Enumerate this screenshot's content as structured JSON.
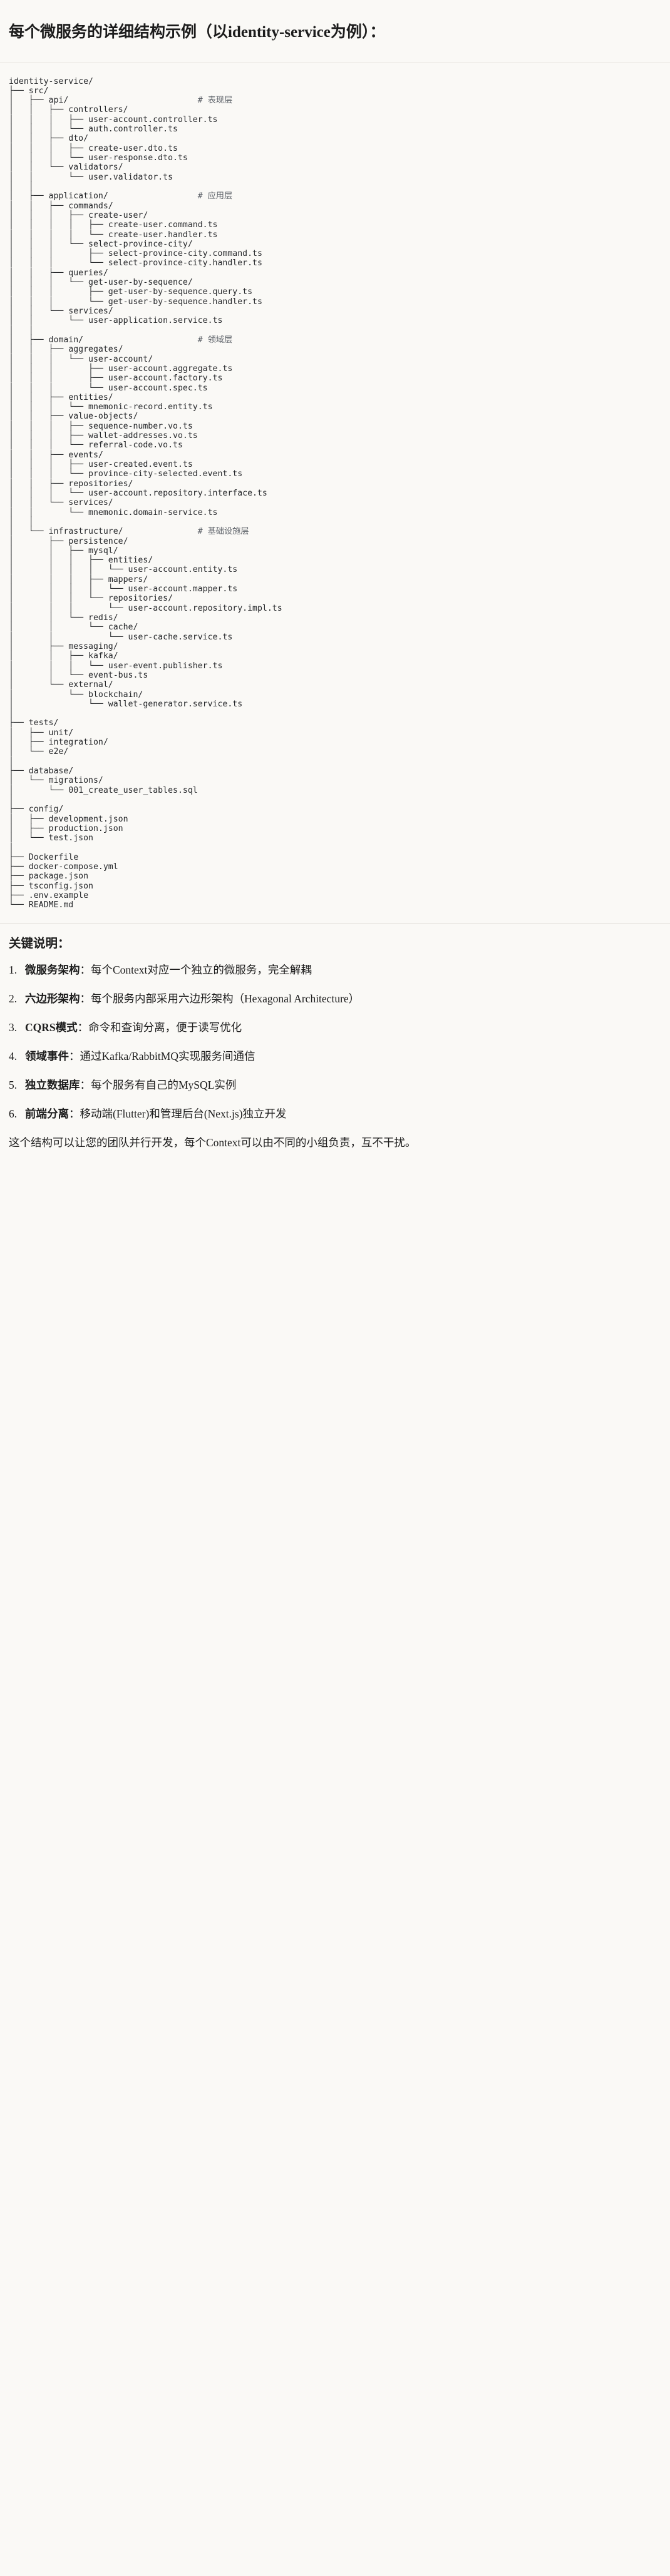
{
  "heading": "每个微服务的详细结构示例（以identity-service为例）：",
  "tree": {
    "root": "identity-service/",
    "comments": {
      "api": "# 表现层",
      "application": "# 应用层",
      "domain": "# 领域层",
      "infrastructure": "# 基础设施层"
    },
    "lines": [
      "identity-service/",
      "├── src/",
      "│   ├── api/                          # 表现层",
      "│   │   ├── controllers/",
      "│   │   │   ├── user-account.controller.ts",
      "│   │   │   └── auth.controller.ts",
      "│   │   ├── dto/",
      "│   │   │   ├── create-user.dto.ts",
      "│   │   │   └── user-response.dto.ts",
      "│   │   └── validators/",
      "│   │       └── user.validator.ts",
      "│   │",
      "│   ├── application/                  # 应用层",
      "│   │   ├── commands/",
      "│   │   │   ├── create-user/",
      "│   │   │   │   ├── create-user.command.ts",
      "│   │   │   │   └── create-user.handler.ts",
      "│   │   │   └── select-province-city/",
      "│   │   │       ├── select-province-city.command.ts",
      "│   │   │       └── select-province-city.handler.ts",
      "│   │   ├── queries/",
      "│   │   │   └── get-user-by-sequence/",
      "│   │   │       ├── get-user-by-sequence.query.ts",
      "│   │   │       └── get-user-by-sequence.handler.ts",
      "│   │   └── services/",
      "│   │       └── user-application.service.ts",
      "│   │",
      "│   ├── domain/                       # 领域层",
      "│   │   ├── aggregates/",
      "│   │   │   └── user-account/",
      "│   │   │       ├── user-account.aggregate.ts",
      "│   │   │       ├── user-account.factory.ts",
      "│   │   │       └── user-account.spec.ts",
      "│   │   ├── entities/",
      "│   │   │   └── mnemonic-record.entity.ts",
      "│   │   ├── value-objects/",
      "│   │   │   ├── sequence-number.vo.ts",
      "│   │   │   ├── wallet-addresses.vo.ts",
      "│   │   │   └── referral-code.vo.ts",
      "│   │   ├── events/",
      "│   │   │   ├── user-created.event.ts",
      "│   │   │   └── province-city-selected.event.ts",
      "│   │   ├── repositories/",
      "│   │   │   └── user-account.repository.interface.ts",
      "│   │   └── services/",
      "│   │       └── mnemonic.domain-service.ts",
      "│   │",
      "│   └── infrastructure/               # 基础设施层",
      "│       ├── persistence/",
      "│       │   ├── mysql/",
      "│       │   │   ├── entities/",
      "│       │   │   │   └── user-account.entity.ts",
      "│       │   │   ├── mappers/",
      "│       │   │   │   └── user-account.mapper.ts",
      "│       │   │   └── repositories/",
      "│       │   │       └── user-account.repository.impl.ts",
      "│       │   └── redis/",
      "│       │       └── cache/",
      "│       │           └── user-cache.service.ts",
      "│       ├── messaging/",
      "│       │   ├── kafka/",
      "│       │   │   └── user-event.publisher.ts",
      "│       │   └── event-bus.ts",
      "│       └── external/",
      "│           └── blockchain/",
      "│               └── wallet-generator.service.ts",
      "│",
      "├── tests/",
      "│   ├── unit/",
      "│   ├── integration/",
      "│   └── e2e/",
      "│",
      "├── database/",
      "│   └── migrations/",
      "│       └── 001_create_user_tables.sql",
      "│",
      "├── config/",
      "│   ├── development.json",
      "│   ├── production.json",
      "│   └── test.json",
      "│",
      "├── Dockerfile",
      "├── docker-compose.yml",
      "├── package.json",
      "├── tsconfig.json",
      "├── .env.example",
      "└── README.md"
    ]
  },
  "notes": {
    "title": "关键说明：",
    "items": [
      {
        "name": "微服务架构",
        "sep": "：",
        "text": "每个Context对应一个独立的微服务，完全解耦"
      },
      {
        "name": "六边形架构",
        "sep": "：",
        "text": "每个服务内部采用六边形架构（Hexagonal Architecture）"
      },
      {
        "name": "CQRS模式",
        "sep": "：",
        "text": "命令和查询分离，便于读写优化"
      },
      {
        "name": "领域事件",
        "sep": "：",
        "text": "通过Kafka/RabbitMQ实现服务间通信"
      },
      {
        "name": "独立数据库",
        "sep": "：",
        "text": "每个服务有自己的MySQL实例"
      },
      {
        "name": "前端分离",
        "sep": "：",
        "text": "移动端(Flutter)和管理后台(Next.js)独立开发"
      }
    ],
    "closing": "这个结构可以让您的团队并行开发，每个Context可以由不同的小组负责，互不干扰。"
  },
  "colors": {
    "background": "#faf9f6",
    "text": "#1c1c1c",
    "mono": "#26282b",
    "comment": "#5a5f66",
    "rule": "#e2e0da"
  }
}
